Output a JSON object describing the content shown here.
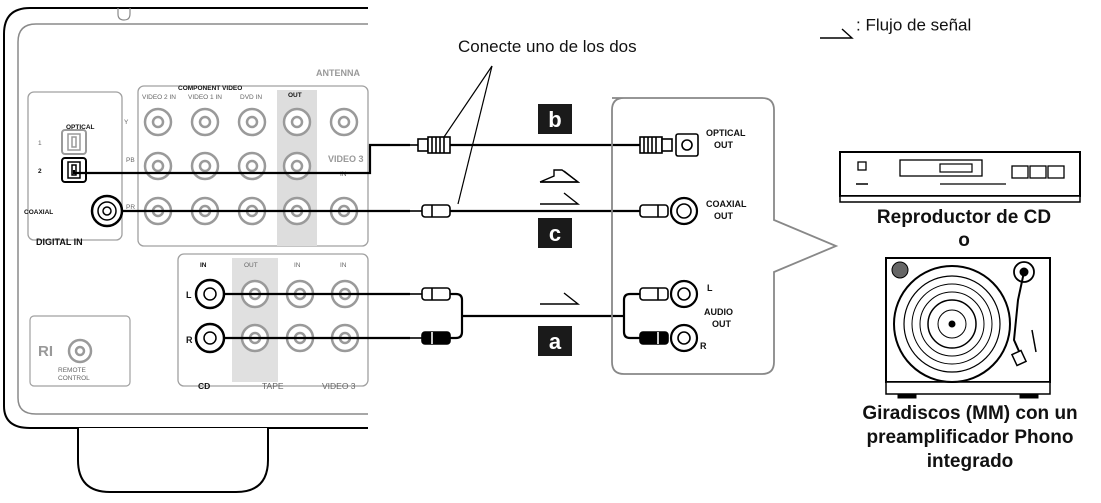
{
  "legend": {
    "text": ": Flujo de señal",
    "icon": "signal-flow-arrow-icon"
  },
  "callout": {
    "text": "Conecte uno de los dos"
  },
  "receiver": {
    "antenna_label": "ANTENNA",
    "component_video_label": "COMPONENT VIDEO",
    "video2_in": "VIDEO 2 IN",
    "video1_in": "VIDEO 1 IN",
    "dvd_in": "DVD IN",
    "out_label": "OUT",
    "optical_label": "OPTICAL",
    "optical_1": "1",
    "optical_2": "2",
    "coaxial_label": "COAXIAL",
    "digital_in_label": "DIGITAL IN",
    "video3_label": "VIDEO 3",
    "video3_in": "IN",
    "y_label": "Y",
    "pb_label": "PB",
    "pr_label": "PR",
    "analog_in": "IN",
    "analog_out": "OUT",
    "analog_in2": "IN",
    "analog_in3": "IN",
    "left_label": "L",
    "right_label": "R",
    "cd_label": "CD",
    "tape_label": "TAPE",
    "video3_bottom": "VIDEO 3",
    "ri_logo": "RI",
    "remote_label_1": "REMOTE",
    "remote_label_2": "CONTROL"
  },
  "connections": {
    "badge_b": "b",
    "badge_c": "c",
    "badge_a": "a"
  },
  "source_panel": {
    "optical_out_1": "OPTICAL",
    "optical_out_2": "OUT",
    "coaxial_out_1": "COAXIAL",
    "coaxial_out_2": "OUT",
    "audio_left": "L",
    "audio_out_1": "AUDIO",
    "audio_out_2": "OUT",
    "audio_right": "R"
  },
  "devices": {
    "cd_player_caption": "Reproductor de CD",
    "or_word": "o",
    "turntable_caption_1": "Giradiscos (MM) con un",
    "turntable_caption_2": "preamplificador Phono",
    "turntable_caption_3": "integrado"
  },
  "colors": {
    "line": "#000000",
    "badge_bg": "#1a1a1a",
    "jack_gray": "#9a9a9a",
    "tape_area": "#e0e0e0",
    "video_out_area": "#dddddd"
  }
}
